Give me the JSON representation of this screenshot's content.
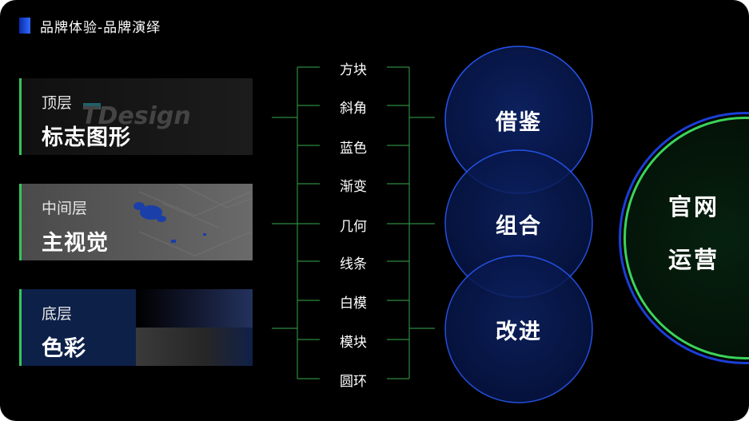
{
  "header": {
    "title": "品牌体验-品牌演绎"
  },
  "layers": [
    {
      "label": "顶层",
      "name": "标志图形",
      "logo_text": "TDesign"
    },
    {
      "label": "中间层",
      "name": "主视觉"
    },
    {
      "label": "底层",
      "name": "色彩"
    }
  ],
  "elements": [
    "方块",
    "斜角",
    "蓝色",
    "渐变",
    "几何",
    "线条",
    "白模",
    "模块",
    "圆环"
  ],
  "methods": [
    "借鉴",
    "组合",
    "改进"
  ],
  "target": {
    "line1": "官网",
    "line2": "运营"
  },
  "colors": {
    "background": "#000000",
    "accent_green": "#34c759",
    "accent_blue": "#2f6bff",
    "circle_fill": "#0b1d52"
  }
}
